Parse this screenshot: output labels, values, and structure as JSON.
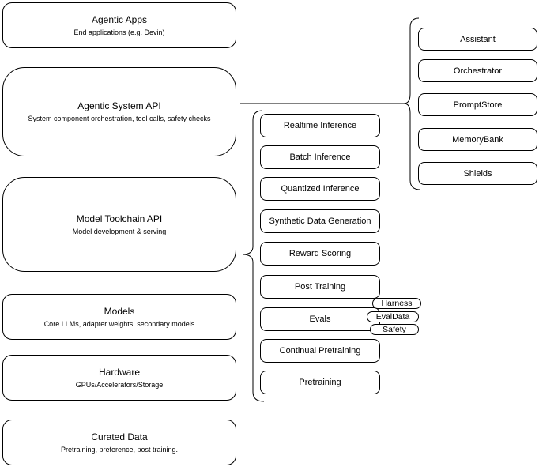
{
  "diagram": {
    "stack_boxes": [
      {
        "title": "Agentic Apps",
        "subtitle": "End applications (e.g. Devin)"
      },
      {
        "title": "Agentic System API",
        "subtitle": "System component orchestration, tool calls, safety checks"
      },
      {
        "title": "Model Toolchain API",
        "subtitle": "Model development & serving"
      },
      {
        "title": "Models",
        "subtitle": "Core LLMs, adapter weights, secondary models"
      },
      {
        "title": "Hardware",
        "subtitle": "GPUs/Accelerators/Storage"
      },
      {
        "title": "Curated Data",
        "subtitle": "Pretraining, preference, post training."
      }
    ],
    "toolchain_services": [
      "Realtime Inference",
      "Batch Inference",
      "Quantized Inference",
      "Synthetic Data Generation",
      "Reward Scoring",
      "Post Training",
      "Evals",
      "Continual Pretraining",
      "Pretraining"
    ],
    "eval_tags": [
      "Harness",
      "EvalData",
      "Safety"
    ],
    "system_components": [
      "Assistant",
      "Orchestrator",
      "PromptStore",
      "MemoryBank",
      "Shields"
    ],
    "colors": {
      "stroke": "#000000",
      "fill": "#ffffff",
      "background": "#ffffff"
    }
  }
}
